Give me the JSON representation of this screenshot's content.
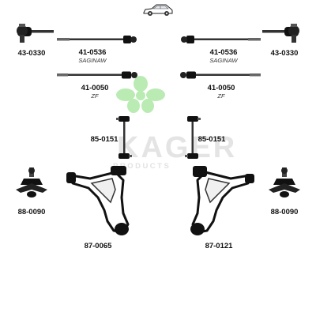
{
  "watermark": {
    "brand": "KAGER",
    "tagline": "PRODUCTS"
  },
  "parts": [
    {
      "id": "tie-rod-end-left",
      "number": "43-0330",
      "note": ""
    },
    {
      "id": "tie-rod-end-right",
      "number": "43-0330",
      "note": ""
    },
    {
      "id": "inner-tie-rod-saginaw-left",
      "number": "41-0536",
      "note": "SAGINAW"
    },
    {
      "id": "inner-tie-rod-saginaw-right",
      "number": "41-0536",
      "note": "SAGINAW"
    },
    {
      "id": "inner-tie-rod-zf-left",
      "number": "41-0050",
      "note": "ZF"
    },
    {
      "id": "inner-tie-rod-zf-right",
      "number": "41-0050",
      "note": "ZF"
    },
    {
      "id": "stabilizer-link-left",
      "number": "85-0151",
      "note": ""
    },
    {
      "id": "stabilizer-link-right",
      "number": "85-0151",
      "note": ""
    },
    {
      "id": "ball-joint-left",
      "number": "88-0090",
      "note": ""
    },
    {
      "id": "ball-joint-right",
      "number": "88-0090",
      "note": ""
    },
    {
      "id": "control-arm-left",
      "number": "87-0065",
      "note": ""
    },
    {
      "id": "control-arm-right",
      "number": "87-0121",
      "note": ""
    }
  ],
  "colors": {
    "ink": "#111111",
    "logo_green": "#aee8a6",
    "watermark_gray": "#e4e4e4"
  }
}
